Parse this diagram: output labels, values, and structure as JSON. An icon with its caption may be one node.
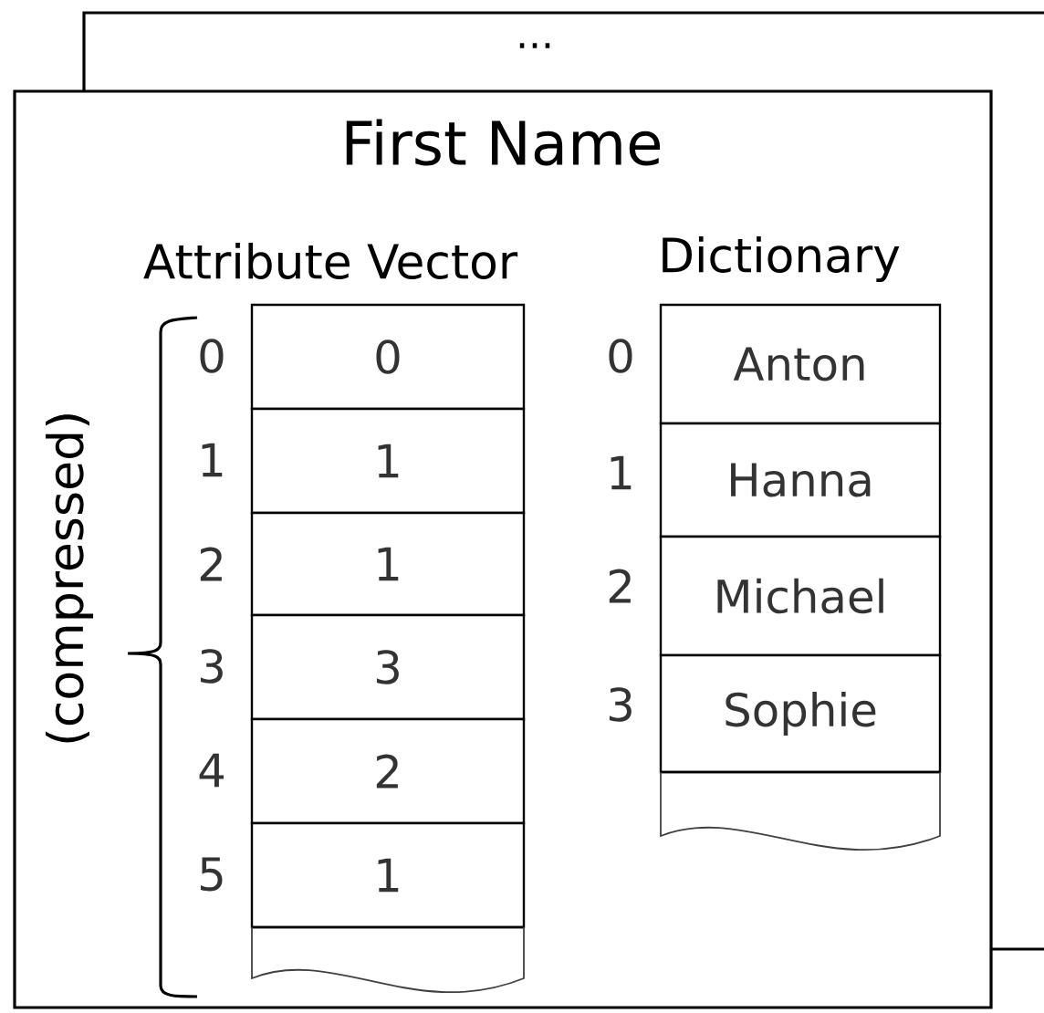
{
  "diagram": {
    "nodes": [
      {
        "text": [
          "..."
        ]
      },
      {
        "text": [
          "First Name"
        ]
      },
      {
        "text": [
          "0"
        ],
        "in": 1
      },
      {
        "text": [
          "1"
        ],
        "in": 1
      },
      {
        "text": [
          "1"
        ],
        "in": 1
      },
      {
        "text": [
          "3"
        ],
        "in": 1
      },
      {
        "text": [
          "2"
        ],
        "in": 1
      },
      {
        "text": [
          "1"
        ],
        "in": 1
      },
      {
        "text": [],
        "shape": "box",
        "in": 1
      },
      {
        "text": [
          "Anton"
        ],
        "in": 1
      },
      {
        "text": [
          "Hanna"
        ],
        "in": 1
      },
      {
        "text": [
          "Michael"
        ],
        "in": 1
      },
      {
        "text": [
          "Sophie"
        ],
        "in": 1
      },
      {
        "text": [],
        "shape": "box",
        "in": 1
      }
    ],
    "edges": [],
    "labels": [
      "Attribute Vector",
      "Dictionary",
      "(compressed)",
      "0",
      "1",
      "2",
      "3",
      "4",
      "5",
      "0",
      "1",
      "2",
      "3"
    ]
  }
}
